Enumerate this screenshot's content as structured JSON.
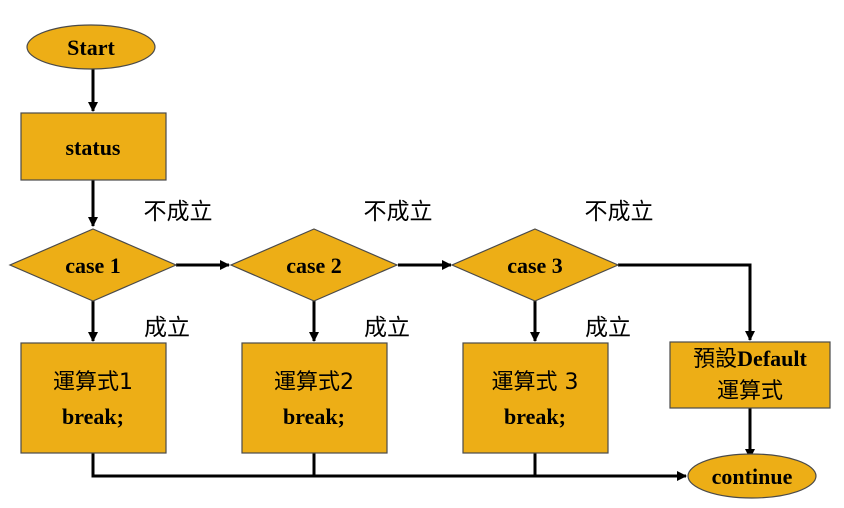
{
  "nodes": {
    "start": "Start",
    "status": "status",
    "case1": "case 1",
    "case2": "case 2",
    "case3": "case 3",
    "expr1": {
      "line1": "運算式1",
      "line2": "break;"
    },
    "expr2": {
      "line1": "運算式2",
      "line2": "break;"
    },
    "expr3": {
      "line1": "運算式 3",
      "line2": "break;"
    },
    "default": {
      "line1_cjk": "預設",
      "line1_latin": "Default",
      "line2": "運算式"
    },
    "continue": "continue"
  },
  "edge_labels": {
    "false": "不成立",
    "true": "成立"
  },
  "colors": {
    "node_fill": "#EDAE16",
    "node_stroke": "#4a4a4a",
    "edge": "#000000"
  }
}
